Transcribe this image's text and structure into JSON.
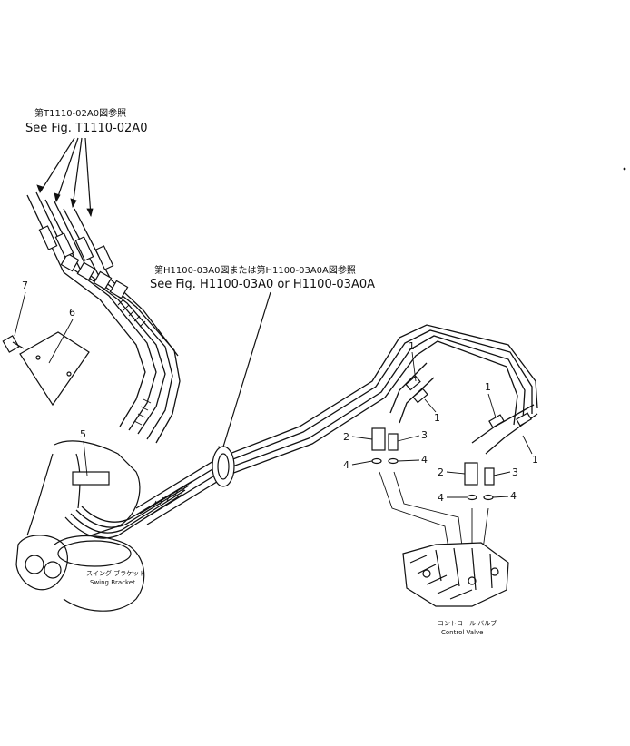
{
  "references": {
    "top": {
      "jp": "第T1110-02A0図参照",
      "en": "See Fig. T1110-02A0"
    },
    "middle": {
      "jp": "第H1100-03A0図または第H1100-03A0A図参照",
      "en": "See Fig. H1100-03A0 or H1100-03A0A"
    }
  },
  "components": {
    "swing_bracket": {
      "jp": "スイング ブラケット",
      "en": "Swing Bracket"
    },
    "control_valve": {
      "jp": "コントロール バルブ",
      "en": "Control Valve"
    }
  },
  "callouts": {
    "n1": "1",
    "n2": "2",
    "n3": "3",
    "n4": "4",
    "n5": "5",
    "n6": "6",
    "n7": "7"
  }
}
